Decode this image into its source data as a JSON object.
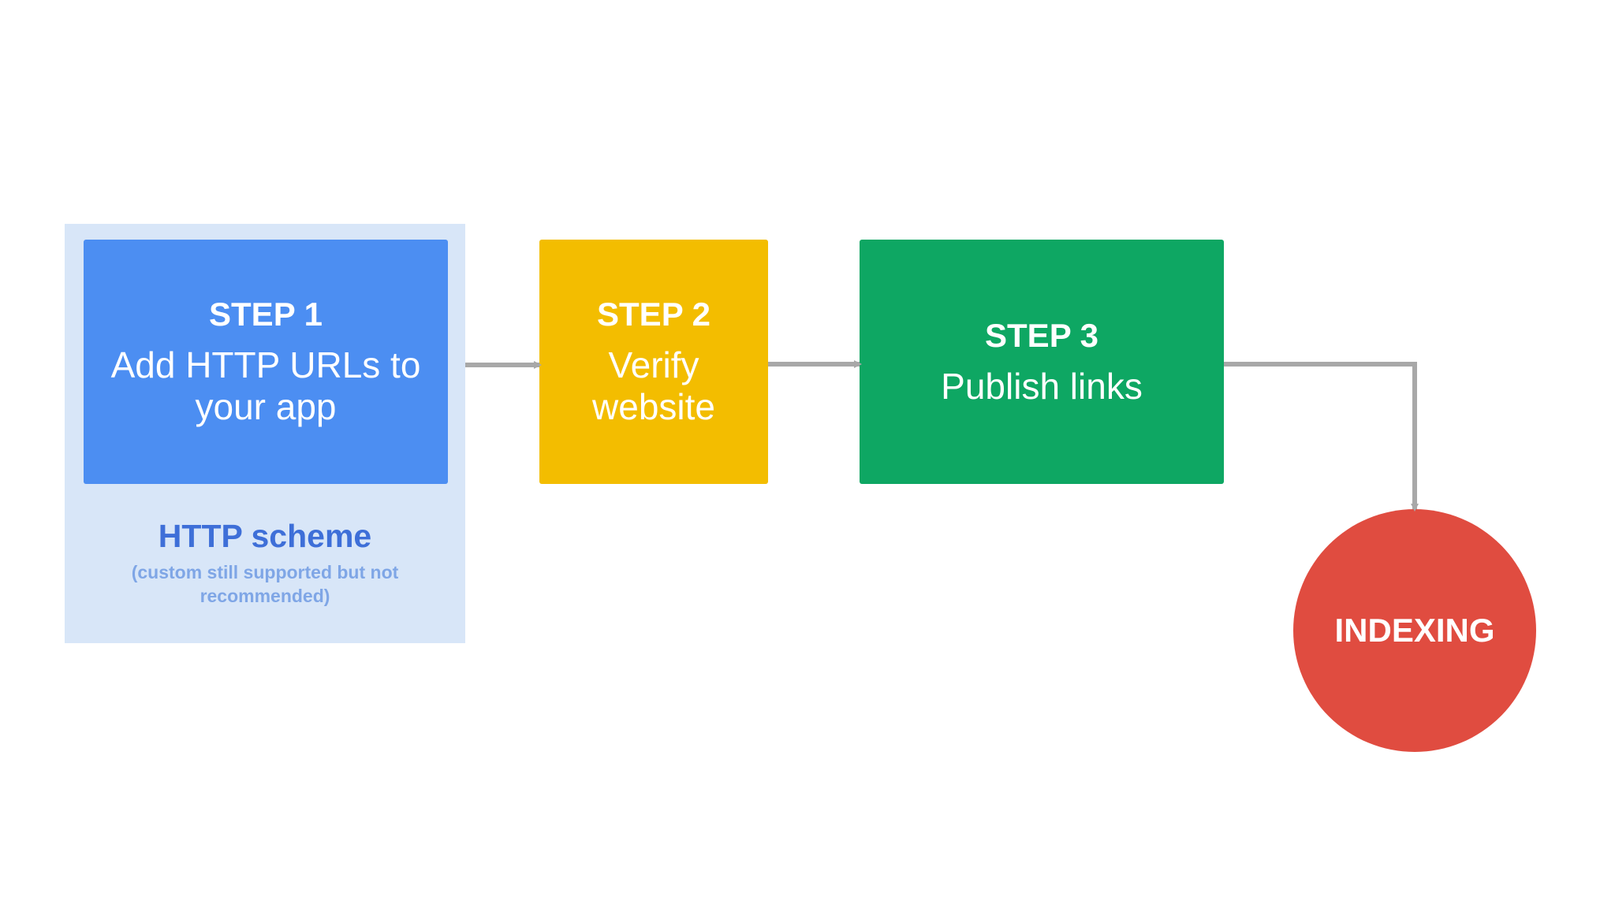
{
  "colors": {
    "panel": "#d8e6f8",
    "step1": "#4c8ef2",
    "step2": "#f3bd00",
    "step3": "#0ea763",
    "indexing": "#e04c40",
    "scheme_title": "#3e6fd8",
    "scheme_note": "#7fa6e6",
    "arrow": "#a8a8a8"
  },
  "steps": [
    {
      "title": "STEP 1",
      "text": "Add HTTP URLs to\nyour app"
    },
    {
      "title": "STEP 2",
      "text": "Verify\nwebsite"
    },
    {
      "title": "STEP 3",
      "text": "Publish links"
    }
  ],
  "scheme": {
    "title": "HTTP scheme",
    "note": "(custom still supported but not\nrecommended)"
  },
  "end_node": {
    "label": "INDEXING"
  }
}
